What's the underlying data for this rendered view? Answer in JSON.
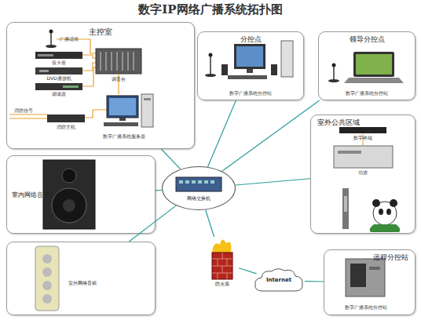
{
  "diagram": {
    "title": "数字IP网络广播系统拓扑图",
    "nodes": [
      {
        "text": [
          "主控室"
        ]
      },
      {
        "text": [
          "分控点"
        ]
      },
      {
        "text": [
          "领导分控点"
        ]
      },
      {
        "text": [
          "室外公共区域"
        ]
      },
      {
        "text": [
          "室内网络音箱"
        ]
      },
      {
        "text": [
          "室外网络音箱"
        ]
      },
      {
        "text": [
          "网络交换机"
        ]
      },
      {
        "text": [
          "防火墙"
        ]
      },
      {
        "text": [
          "Internet"
        ]
      },
      {
        "text": [
          "远程分控站"
        ]
      }
    ],
    "edges": [
      {
        "from": 6,
        "to": 0,
        "arrow": "none"
      },
      {
        "from": 6,
        "to": 1,
        "arrow": "none"
      },
      {
        "from": 6,
        "to": 2,
        "arrow": "none"
      },
      {
        "from": 6,
        "to": 3,
        "arrow": "none"
      },
      {
        "from": 6,
        "to": 4,
        "arrow": "none"
      },
      {
        "from": 6,
        "to": 5,
        "arrow": "none"
      },
      {
        "from": 6,
        "to": 7,
        "arrow": "none"
      },
      {
        "from": 7,
        "to": 8,
        "arrow": "none"
      },
      {
        "from": 8,
        "to": 9,
        "arrow": "none"
      }
    ],
    "labels": [
      "广播话筒",
      "双卡座",
      "DVD播放机",
      "调谐器",
      "消防信号",
      "消防主机",
      "调音台",
      "数字广播系统服务器",
      "数字广播系统分控站",
      "数字广播系统分控站",
      "数字终端",
      "功放",
      "数字广播系统分控站"
    ]
  }
}
